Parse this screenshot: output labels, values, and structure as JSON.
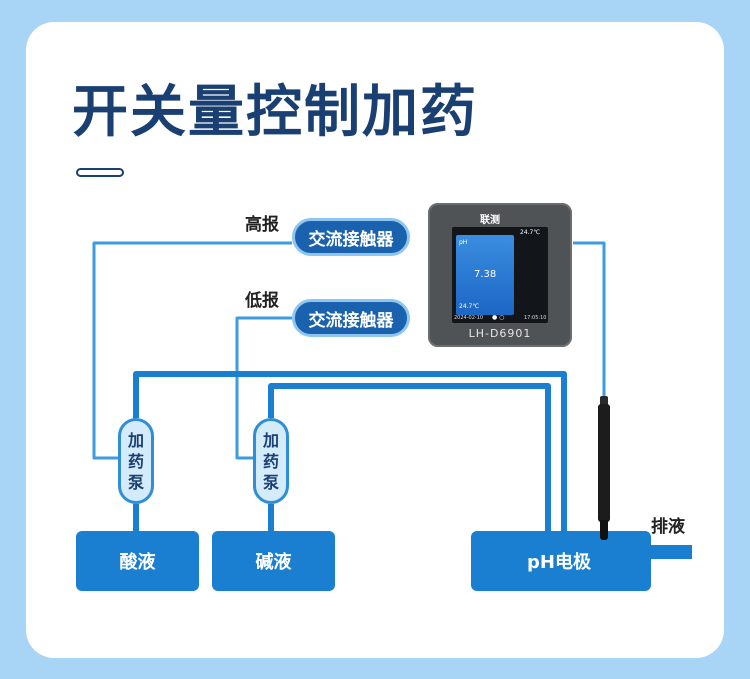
{
  "title": "开关量控制加药",
  "labels": {
    "high_alarm": "高报",
    "low_alarm": "低报",
    "drain": "排液"
  },
  "contactors": {
    "top": "交流接触器",
    "bottom": "交流接触器"
  },
  "pumps": {
    "left": [
      "加",
      "药",
      "泵"
    ],
    "right": [
      "加",
      "药",
      "泵"
    ]
  },
  "tanks": {
    "acid": "酸液",
    "alkali": "碱液",
    "electrode": "pH电极"
  },
  "device": {
    "brand": "联测",
    "model": "LH-D6901",
    "reading": "7.38",
    "param": "pH",
    "temp_top": "24.7℃",
    "temp_bottom": "24.7℃",
    "date": "2024-02-10",
    "time": "17:05:10",
    "page_dots": "● ○"
  },
  "colors": {
    "background": "#a8d4f5",
    "title": "#1a3f73",
    "pipe": "#1a7fd0",
    "signal_line": "#3d9be2",
    "contactor": "#1a62ad",
    "tank": "#1a7fd0"
  }
}
